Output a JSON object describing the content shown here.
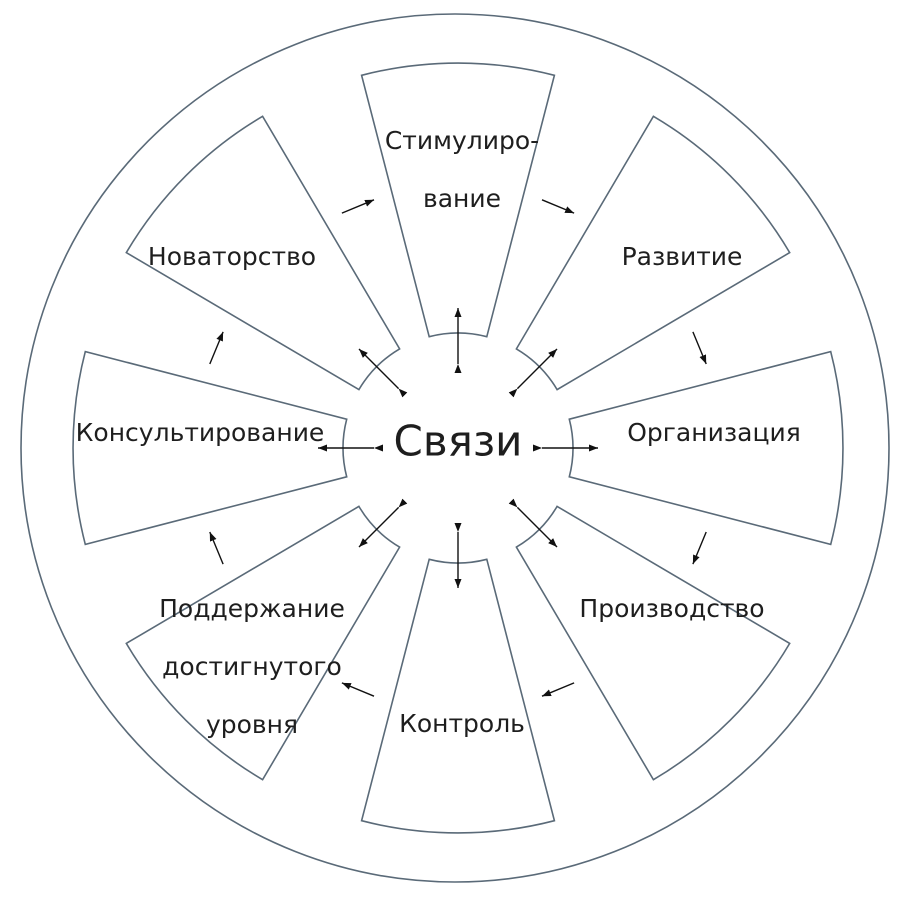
{
  "center": {
    "label": "Связи"
  },
  "segments": [
    {
      "id": "stimulation",
      "lines": [
        "Стимулиро-",
        "вание"
      ]
    },
    {
      "id": "development",
      "lines": [
        "Развитие"
      ]
    },
    {
      "id": "organization",
      "lines": [
        "Организация"
      ]
    },
    {
      "id": "production",
      "lines": [
        "Производство"
      ]
    },
    {
      "id": "control",
      "lines": [
        "Контроль"
      ]
    },
    {
      "id": "maintenance",
      "lines": [
        "Поддержание",
        "достигнутого",
        "уровня"
      ]
    },
    {
      "id": "consulting",
      "lines": [
        "Консультирование"
      ]
    },
    {
      "id": "innovation",
      "lines": [
        "Новаторство"
      ]
    }
  ],
  "colors": {
    "outline": "#5a6a78",
    "text": "#1e1e1e",
    "arrow": "#111111"
  }
}
